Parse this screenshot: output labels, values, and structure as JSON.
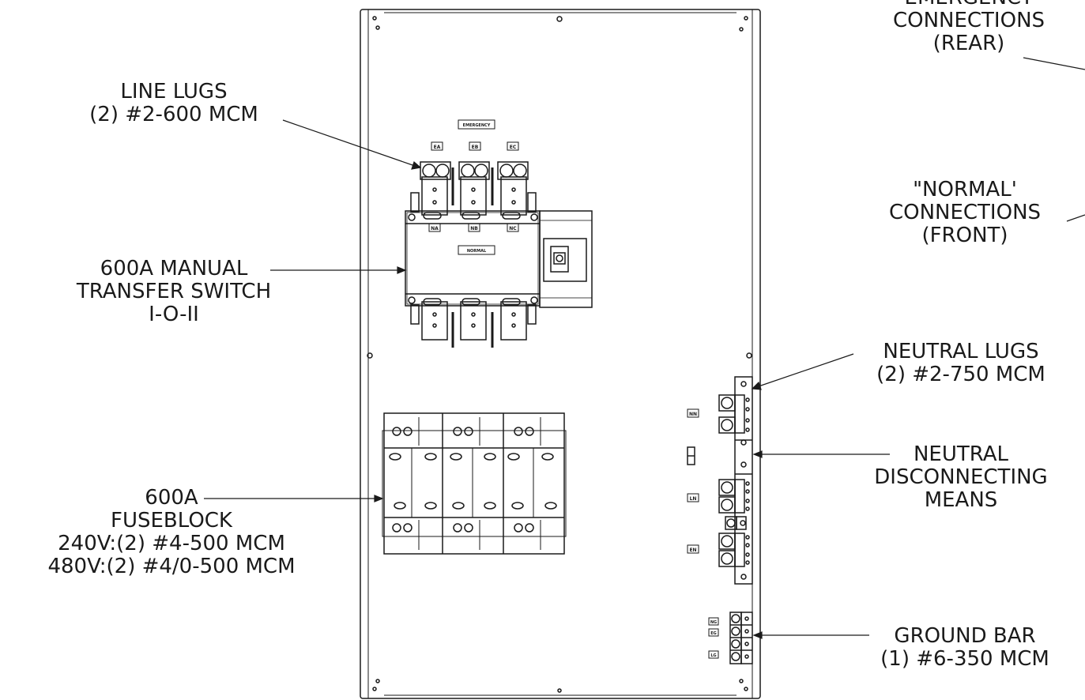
{
  "callouts": {
    "emergency_connections": [
      "EMERGENCY",
      "CONNECTIONS",
      "(REAR)"
    ],
    "line_lugs": [
      "LINE LUGS",
      "(2) #2-600 MCM"
    ],
    "normal_connections": [
      "\"NORMAL'",
      "CONNECTIONS",
      "(FRONT)"
    ],
    "transfer_switch": [
      "600A MANUAL",
      "TRANSFER SWITCH",
      "I-O-II"
    ],
    "neutral_lugs": [
      "NEUTRAL LUGS",
      "(2) #2-750 MCM"
    ],
    "neutral_disconnect": [
      "NEUTRAL",
      "DISCONNECTING",
      "MEANS"
    ],
    "fuseblock": [
      "600A",
      "FUSEBLOCK",
      "240V:(2) #4-500 MCM",
      "480V:(2) #4/0-500 MCM"
    ],
    "ground_bar": [
      "GROUND BAR",
      "(1) #6-350 MCM"
    ]
  },
  "tags": {
    "emergency": "EMERGENCY",
    "normal": "NORMAL",
    "ea": "EA",
    "eb": "EB",
    "ec": "EC",
    "na": "NA",
    "nb": "NB",
    "nc": "NC",
    "nn": "NN",
    "ln": "LN",
    "en": "EN",
    "ng": "NG",
    "eg": "EG",
    "lg": "LG"
  },
  "colors": {
    "line": "#1a1a1a",
    "background": "#ffffff"
  }
}
